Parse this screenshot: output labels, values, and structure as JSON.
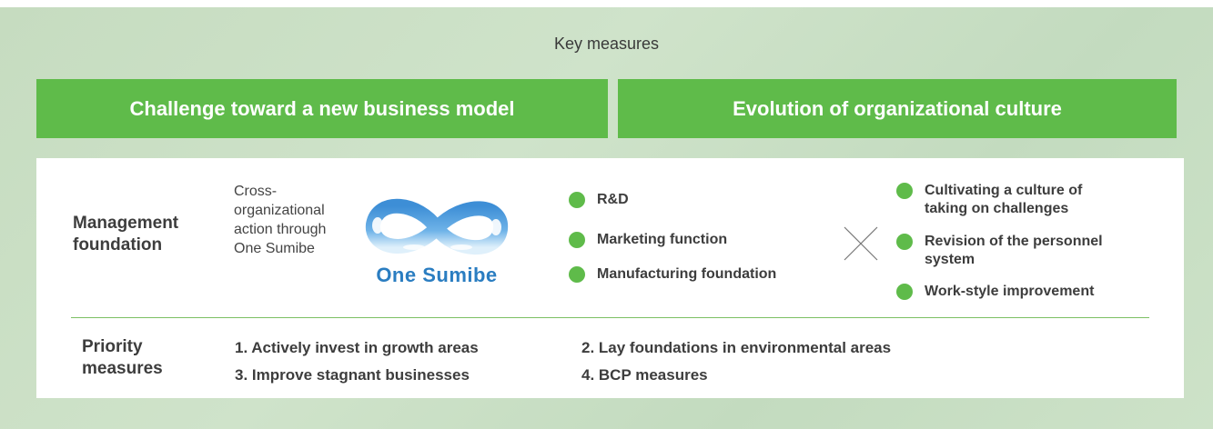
{
  "heading": "Key measures",
  "banners": {
    "left": "Challenge toward a new business model",
    "right": "Evolution of organizational culture"
  },
  "management": {
    "label_line1": "Management",
    "label_line2": "foundation",
    "cross_text": [
      "Cross-",
      "organizational",
      "action through",
      "One Sumibe"
    ],
    "logo_text": "One Sumibe",
    "business_items": [
      "R&D",
      "Marketing function",
      "Manufacturing foundation"
    ],
    "culture_items": [
      {
        "line1": "Cultivating a culture of",
        "line2": "taking on challenges"
      },
      {
        "line1": "Revision of the personnel",
        "line2": "system"
      },
      {
        "line1": "Work-style improvement",
        "line2": ""
      }
    ]
  },
  "priority": {
    "label_line1": "Priority",
    "label_line2": "measures",
    "items": [
      "1. Actively invest in growth areas",
      "2. Lay foundations in environmental areas",
      "3. Improve stagnant businesses",
      "4. BCP measures"
    ]
  },
  "colors": {
    "accent_green": "#5fbb4a",
    "logo_blue": "#2a7dc1",
    "panel_bg": "#c6dcc0"
  }
}
